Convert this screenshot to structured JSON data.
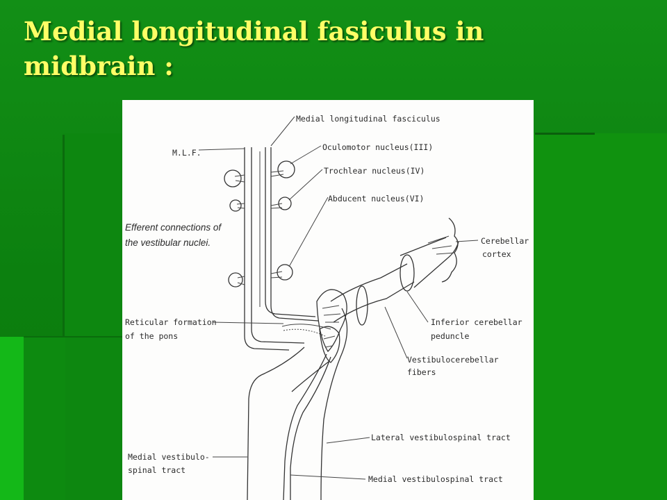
{
  "slide": {
    "title_line1": "Medial longitudinal fasiculus in",
    "title_line2": "midbrain :"
  },
  "diagram": {
    "labels": {
      "mlf_abbrev": "M.L.F.",
      "medial_longitudinal_fasciculus": "Medial longitudinal fasciculus",
      "oculomotor_nucleus": "Oculomotor nucleus(III)",
      "trochlear_nucleus": "Trochlear nucleus(IV)",
      "abducent_nucleus": "Abducent nucleus(VI)",
      "efferent_line1": "Efferent connections of",
      "efferent_line2": "the vestibular nuclei.",
      "cerebellar_line1": "Cerebellar",
      "cerebellar_line2": "cortex",
      "reticular_line1": "Reticular formation",
      "reticular_line2": "of the pons",
      "icp_line1": "Inferior cerebellar",
      "icp_line2": "peduncle",
      "vcf_line1": "Vestibulocerebellar",
      "vcf_line2": "fibers",
      "lateral_vst": "Lateral vestibulospinal tract",
      "medial_vst_left_line1": "Medial vestibulo-",
      "medial_vst_left_line2": "spinal tract",
      "medial_vst_bottom": "Medial vestibulospinal tract"
    }
  },
  "colors": {
    "background": "#0f8a12",
    "title": "#ffff66",
    "figure_bg": "#fdfdfc"
  }
}
